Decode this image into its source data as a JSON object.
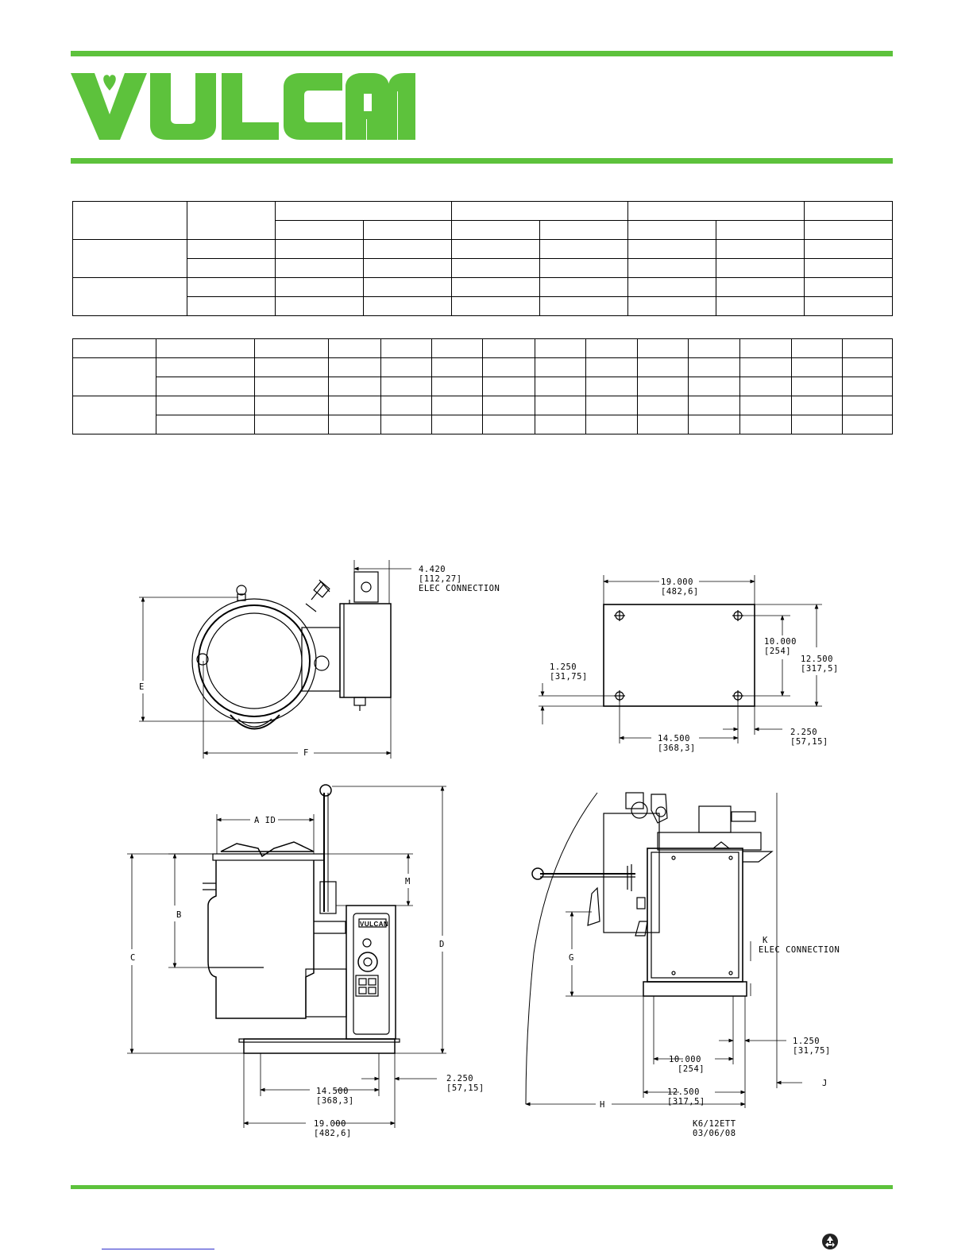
{
  "brand": {
    "name": "VULCAN",
    "accent_color": "#5dc23c"
  },
  "drawings": {
    "top_view": {
      "elec_dim": "4.420",
      "elec_dim_mm": "[112,27]",
      "elec_label": "ELEC CONNECTION",
      "label_e": "E",
      "label_f": "F"
    },
    "footprint_view": {
      "width_dim": "19.000",
      "width_dim_mm": "[482,6]",
      "inner_depth_dim": "10.000",
      "inner_depth_dim_mm": "[254]",
      "depth_dim": "12.500",
      "depth_dim_mm": "[317,5]",
      "front_offset_dim": "1.250",
      "front_offset_dim_mm": "[31,75]",
      "leg_span_dim": "14.500",
      "leg_span_dim_mm": "[368,3]",
      "side_offset_dim": "2.250",
      "side_offset_dim_mm": "[57,15]"
    },
    "front_view": {
      "label_a": "A ID",
      "label_b": "B",
      "label_c": "C",
      "label_d": "D",
      "label_m": "M",
      "panel_brand": "VULCAN",
      "leg_span_dim": "14.500",
      "leg_span_dim_mm": "[368,3]",
      "side_offset_dim": "2.250",
      "side_offset_dim_mm": "[57,15]",
      "width_dim": "19.000",
      "width_dim_mm": "[482,6]"
    },
    "side_view": {
      "label_g": "G",
      "label_h": "H",
      "label_j": "J",
      "label_k": "K",
      "elec_label": "ELEC CONNECTION",
      "inner_depth_dim": "10.000",
      "inner_depth_dim_mm": "[254]",
      "depth_dim": "12.500",
      "depth_dim_mm": "[317,5]",
      "front_offset_dim": "1.250",
      "front_offset_dim_mm": "[31,75]",
      "drawing_id": "K6/12ETT",
      "drawing_date": "03/06/08"
    }
  },
  "icons": {
    "recycle": "recycle-icon"
  }
}
